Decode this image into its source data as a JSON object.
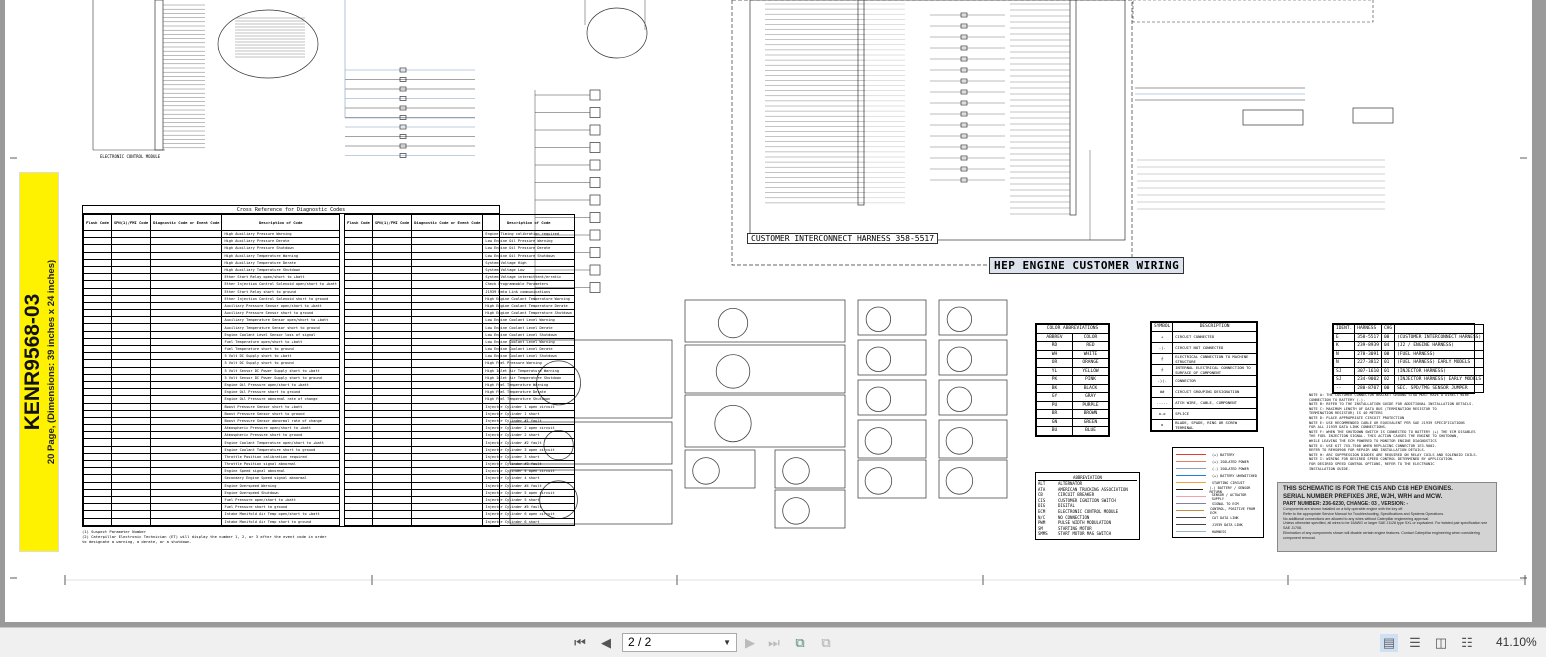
{
  "document": {
    "label_title": "KENR9568-03",
    "label_subtitle": "20 Page, (Dimensions: 39 inches x 24 inches)",
    "harness_title": "CUSTOMER INTERCONNECT HARNESS 358-5517",
    "section_title": "HEP ENGINE CUSTOMER WIRING",
    "ecm_label": "ELECTRONIC CONTROL MODULE",
    "diag_table": {
      "title": "Cross Reference for Diagnostic Codes",
      "headers": [
        "Flash Code",
        "SPN(1)/FMI Code",
        "Diagnostic Code or Event Code",
        "Description of Code"
      ],
      "left": [
        "High Auxiliary Pressure Warning",
        "High Auxiliary Pressure Derate",
        "High Auxiliary Pressure Shutdown",
        "High Auxiliary Temperature Warning",
        "High Auxiliary Temperature Derate",
        "High Auxiliary Temperature Shutdown",
        "Ether Start Relay open/short to +batt",
        "Ether Injection Control Solenoid open/short to +batt",
        "Ether Start Relay short to ground",
        "Ether Injection Control Solenoid short to ground",
        "Auxiliary Pressure Sensor open/short to +batt",
        "Auxiliary Pressure Sensor short to ground",
        "Auxiliary Temperature Sensor open/short to +batt",
        "Auxiliary Temperature Sensor short to ground",
        "Engine Coolant Level Sensor loss of signal",
        "Fuel Temperature open/short to +batt",
        "Fuel Temperature short to ground",
        "5 Volt DC Supply short to +batt",
        "5 Volt DC Supply short to ground",
        "5 Volt Sensor DC Power Supply short to +batt",
        "5 Volt Sensor DC Power Supply short to ground",
        "Engine Oil Pressure open/short to +batt",
        "Engine Oil Pressure short to ground",
        "Engine Oil Pressure abnormal rate of change",
        "Boost Pressure Sensor short to +batt",
        "Boost Pressure Sensor short to ground",
        "Boost Pressure Sensor abnormal rate of change",
        "Atmospheric Pressure open/short to +batt",
        "Atmospheric Pressure short to ground",
        "Engine Coolant Temperature open/short to +batt",
        "Engine Coolant Temperature short to ground",
        "Throttle Position calibration required",
        "Throttle Position signal abnormal",
        "Engine Speed signal abnormal",
        "Secondary Engine Speed signal abnormal",
        "Engine Overspeed Warning",
        "Engine Overspeed Shutdown",
        "Fuel Pressure open/short to +batt",
        "Fuel Pressure short to ground",
        "Intake Manifold Air Temp open/short to +batt",
        "Intake Manifold Air Temp short to ground"
      ],
      "right": [
        "Engine Timing calibration required",
        "Low Engine Oil Pressure Warning",
        "Low Engine Oil Pressure Derate",
        "Low Engine Oil Pressure Shutdown",
        "System Voltage High",
        "System Voltage Low",
        "System Voltage intermittent/erratic",
        "Check Programmable Parameters",
        "J1939 Data Link communications",
        "High Engine Coolant Temperature Warning",
        "High Engine Coolant Temperature Derate",
        "High Engine Coolant Temperature Shutdown",
        "Low Engine Coolant Level Warning",
        "Low Engine Coolant Level Derate",
        "Low Engine Coolant Level Shutdown",
        "Low Engine Coolant Level Warning",
        "Low Engine Coolant Level Derate",
        "Low Engine Coolant Level Shutdown",
        "High Fuel Pressure Warning",
        "High Inlet Air Temperature Warning",
        "High Inlet Air Temperature Shutdown",
        "High Fuel Temperature Warning",
        "High Fuel Temperature Derate",
        "High Fuel Temperature Shutdown",
        "Injector Cylinder 1 open circuit",
        "Injector Cylinder 1 short",
        "Injector Cylinder #1 fault",
        "Injector Cylinder 2 open circuit",
        "Injector Cylinder 2 short",
        "Injector Cylinder #2 fault",
        "Injector Cylinder 3 open circuit",
        "Injector Cylinder 3 short",
        "Injector Cylinder #3 fault",
        "Injector Cylinder 4 open circuit",
        "Injector Cylinder 4 short",
        "Injector Cylinder #4 fault",
        "Injector Cylinder 5 open circuit",
        "Injector Cylinder 5 short",
        "Injector Cylinder #5 fault",
        "Injector Cylinder 6 open circuit",
        "Injector Cylinder 6 short"
      ],
      "footnotes": [
        "(1) Suspect Parameter Number",
        "(2) Caterpillar Electronic Technician (ET) will display the number 1, 2, or 3 after the event code in order",
        "to designate a warning, a derate, or a shutdown."
      ]
    },
    "color_abbrev": {
      "title": "COLOR ABBREVIATIONS",
      "headers": [
        "ABBREV",
        "COLOR"
      ],
      "rows": [
        [
          "RD",
          "RED"
        ],
        [
          "WH",
          "WHITE"
        ],
        [
          "OR",
          "ORANGE"
        ],
        [
          "YL",
          "YELLOW"
        ],
        [
          "PK",
          "PINK"
        ],
        [
          "BK",
          "BLACK"
        ],
        [
          "GY",
          "GRAY"
        ],
        [
          "PU",
          "PURPLE"
        ],
        [
          "BR",
          "BROWN"
        ],
        [
          "GN",
          "GREEN"
        ],
        [
          "BU",
          "BLUE"
        ]
      ]
    },
    "symbols": {
      "headers": [
        "SYMBOL",
        "DESCRIPTION"
      ],
      "rows": [
        [
          "+",
          "CIRCUIT CONNECTED"
        ],
        [
          "-|-",
          "CIRCUIT NOT CONNECTED"
        ],
        [
          "⏚",
          "ELECTRICAL CONNECTION TO MACHINE STRUCTURE"
        ],
        [
          "⏚",
          "INTERNAL ELECTRICAL CONNECTION TO SURFACE OF COMPONENT"
        ],
        [
          "-)(-",
          "CONNECTOR"
        ],
        [
          "##",
          "CIRCUIT GROUPING DESIGNATION"
        ],
        [
          "-----",
          "ATCH WIRE, CABLE, COMPONENT"
        ],
        [
          "o-o",
          "SPLICE"
        ],
        [
          "o",
          "BLADE, SPADE, RING OR SCREW TERMINAL"
        ]
      ]
    },
    "harness_ident": {
      "headers": [
        "IDENT.",
        "HARNESS",
        "CHG"
      ],
      "rows": [
        [
          "E",
          "358-5517",
          "00",
          "(CUSTOMER INTERCONNECT HARNESS)"
        ],
        [
          "K",
          "239-8939",
          "04",
          "(J2 / ENGINE HARNESS)"
        ],
        [
          "N",
          "278-3091",
          "00",
          "(FUEL HARNESS)"
        ],
        [
          "N",
          "227-3812",
          "01",
          "(FUEL HARNESS) EARLY MODELS"
        ],
        [
          "SJ",
          "307-1610",
          "01",
          "(INJECTOR HARNESS)"
        ],
        [
          "SJ",
          "234-9002",
          "02",
          "(INJECTOR HARNESS) EARLY MODELS"
        ],
        [
          "--",
          "280-8707",
          "00",
          "SEC. SPD/TMG SENSOR JUMPER"
        ]
      ]
    },
    "notes": [
      "NOTE A: THE CUSTOMER CONNECTOR BRACKET GROUND STUD MUST HAVE A DIRECT WIRE",
      "CONNECTION TO BATTERY (-).",
      "NOTE B: REFER TO THE INSTALLATION GUIDE FOR ADDITIONAL INSTALLATION DETAILS.",
      "NOTE C: MAXIMUM LENGTH OF DATA BUS (TERMINATION RESISTOR TO",
      "TERMINATION RESISTOR) IS 40 METERS",
      "NOTE D: PLACE APPROPRIATE CIRCUIT PROTECTION",
      "NOTE E: USE RECOMMENDED CABLE OR EQUIVALENT PER SAE J1939 SPECIFICATIONS",
      "FOR ALL J1939 DATA LINK CONNECTIONS.",
      "NOTE F: WHEN THE SHUTDOWN SWITCH IS CONNECTED TO BATTERY (+) THE ECM DISABLES",
      "THE FUEL INJECTION SIGNAL. THIS ACTION CAUSES THE ENGINE TO SHUTDOWN,",
      "WHILE LEAVING THE ECM POWERED TO MONITOR ENGINE DIAGNOSTICS",
      "NOTE G: USE KIT 7X5-7508 WHEN REPLACING CONNECTOR 1E3-9002.",
      "REFER TO REHS0908 FOR REPAIR AND INSTALLATION DETAILS.",
      "NOTE H: ARC SUPPRESSION DIODES ARE REQUIRED ON RELAY COILS AND SOLENOID COILS.",
      "NOTE I: WIRING FOR DESIRED SPEED CONTROL DETERMINED BY APPLICATION.",
      "FOR DESIRED SPEED CONTROL OPTIONS, REFER TO THE ELECTRONIC",
      "INSTALLATION GUIDE."
    ],
    "abbreviations": {
      "title": "ABBREVIATION",
      "rows": [
        [
          "ALT",
          "ALTERNATOR"
        ],
        [
          "ATA",
          "AMERICAN TRUCKING ASSOCIATION"
        ],
        [
          "CB",
          "CIRCUIT BREAKER"
        ],
        [
          "CIS",
          "CUSTOMER IGNITION SWITCH"
        ],
        [
          "DIG",
          "DIGITAL"
        ],
        [
          "ECM",
          "ELECTRONIC CONTROL MODULE"
        ],
        [
          "N/C",
          "NO CONNECTION"
        ],
        [
          "PWM",
          "PULSE WIDTH MODULATION"
        ],
        [
          "SM",
          "STARTING MOTOR"
        ],
        [
          "SMMS",
          "START MOTOR MAG SWITCH"
        ]
      ]
    },
    "wire_legend": [
      [
        "(+) BATTERY",
        "#e53935"
      ],
      [
        "(+) ISOLATED POWER",
        "#e08060"
      ],
      [
        "(-) ISOLATED POWER",
        "#8aa0c0"
      ],
      [
        "(+) BATTERY UNSWITCHED",
        "#1e7fd0"
      ],
      [
        "STARTING CIRCUIT",
        "#f0a040"
      ],
      [
        "(-) BATTERY / SENSOR RETURN",
        "#222222"
      ],
      [
        "SENSOR / ACTUATOR SUPPLY",
        "#f0a0b0"
      ],
      [
        "SIGNAL TO ECM",
        "#8080a0"
      ],
      [
        "CONTROL, POSITIVE FROM ECM",
        "#c09040"
      ],
      [
        "CAT DATA LINK",
        "#444444"
      ],
      [
        "J1939 DATA LINK",
        "#444444"
      ],
      [
        "HARNESS",
        "#9ab0d0"
      ]
    ],
    "info_box": {
      "line1": "THIS SCHEMATIC IS FOR THE C15 AND C18 HEP ENGINES.",
      "line2": "SERIAL NUMBER PREFIXES JRE, WJH, WRH and MCW.",
      "line3": "PART NUMBER: 236-6230, CHANGE: 03 , VERSION: -",
      "body": [
        "Components are shown installed on a fully operable engine with the key off.",
        "Refer to the appropriate Service Manual for Troubleshooting, Specifications and Systems Operations.",
        "No additional connections are allowed to any wires without Caterpillar engineering approval.",
        "Unless otherwise specified, all wires to be 16AWG or larger SAE J1128 type SXL or equivalent. For twisted pair specification see SAE J1708.",
        "Elimination of any components shown will disable certain engine features. Contact Caterpillar engineering when considering component removal."
      ]
    }
  },
  "viewer": {
    "page_value": "2 / 2",
    "zoom": "41.10%",
    "icons": [
      "first-page-icon",
      "prev-page-icon",
      "next-page-icon",
      "last-page-icon",
      "extract-page-icon",
      "insert-page-icon",
      "single-page-view-icon",
      "continuous-view-icon",
      "two-page-view-icon",
      "two-page-continuous-icon"
    ]
  }
}
